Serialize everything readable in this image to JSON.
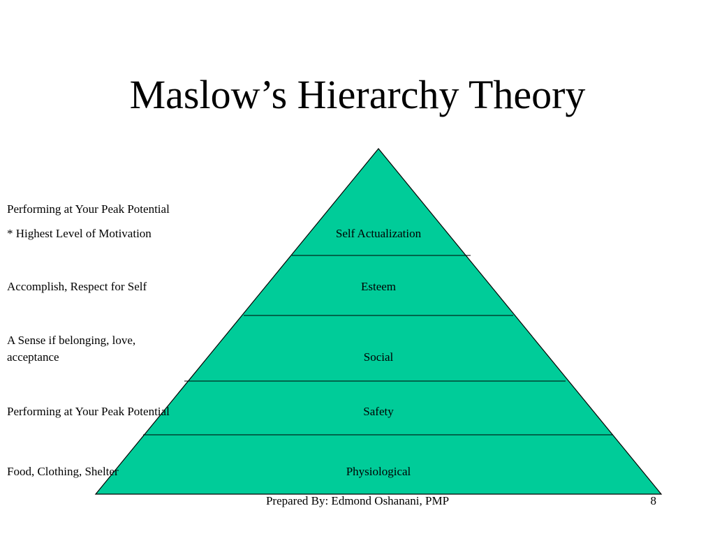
{
  "slide": {
    "title": "Maslow’s Hierarchy Theory",
    "fill_color": "#00cc99",
    "line_color": "#000000",
    "descriptions": [
      "Performing at Your Peak Potential",
      "* Highest Level of Motivation",
      "Accomplish, Respect for Self",
      "A Sense if belonging, love,",
      "acceptance",
      "Performing at Your Peak Potential",
      "Food, Clothing, Shelter"
    ],
    "levels": [
      "Self Actualization",
      "Esteem",
      "Social",
      "Safety",
      "Physiological"
    ],
    "footer": {
      "prepared_by": "Prepared By: Edmond Oshanani, PMP",
      "page_number": "8"
    }
  }
}
